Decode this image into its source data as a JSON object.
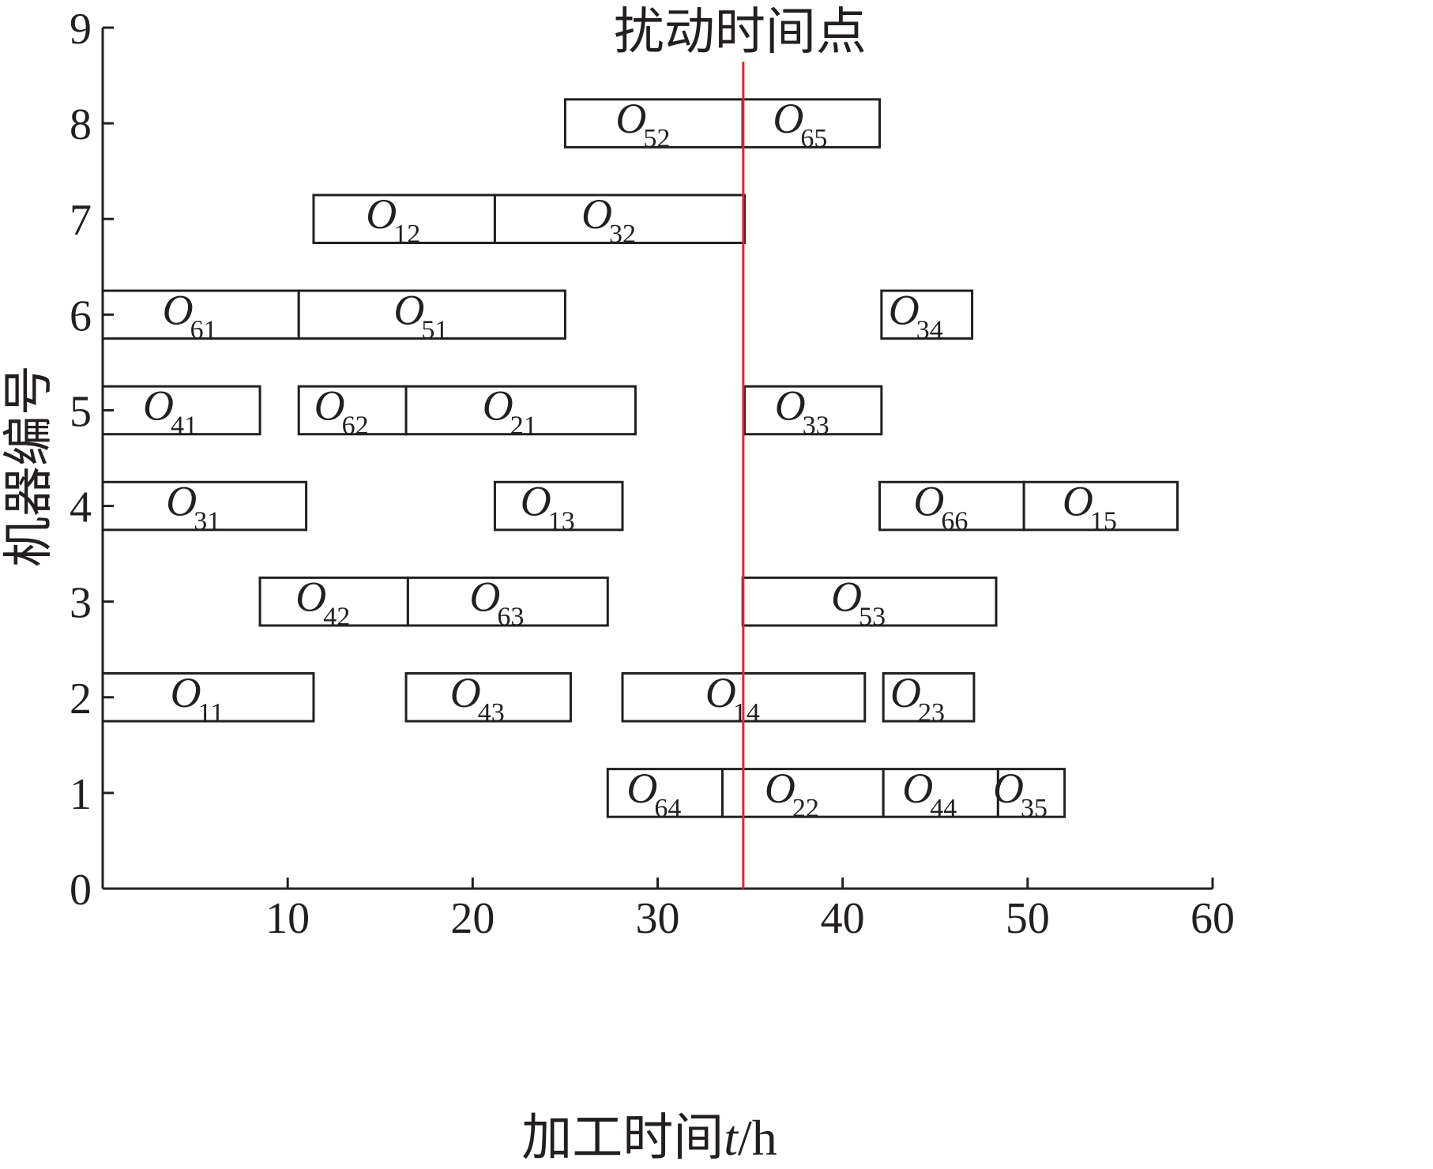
{
  "chart_data": {
    "type": "gantt",
    "xlabel_prefix": "加工时间",
    "xlabel_var": "t",
    "xlabel_unit": "/h",
    "ylabel": "机器编号",
    "xlim": [
      0,
      60
    ],
    "ylim": [
      0,
      9
    ],
    "xticks": [
      10,
      20,
      30,
      40,
      50,
      60
    ],
    "yticks": [
      0,
      1,
      2,
      3,
      4,
      5,
      6,
      7,
      8,
      9
    ],
    "grid": false,
    "bar_half_height": 0.25,
    "annotation": {
      "label": "扰动时间点",
      "x": 34.5,
      "color": "#e3262b"
    },
    "tasks": [
      {
        "machine": 8,
        "start": 25.0,
        "end": 34.6,
        "op": "O",
        "sub": "52"
      },
      {
        "machine": 8,
        "start": 34.6,
        "end": 42.0,
        "op": "O",
        "sub": "65"
      },
      {
        "machine": 7,
        "start": 11.4,
        "end": 21.2,
        "op": "O",
        "sub": "12"
      },
      {
        "machine": 7,
        "start": 21.2,
        "end": 34.7,
        "op": "O",
        "sub": "32"
      },
      {
        "machine": 6,
        "start": 0.0,
        "end": 10.6,
        "op": "O",
        "sub": "61"
      },
      {
        "machine": 6,
        "start": 10.6,
        "end": 25.0,
        "op": "O",
        "sub": "51"
      },
      {
        "machine": 6,
        "start": 42.1,
        "end": 47.0,
        "op": "O",
        "sub": "34"
      },
      {
        "machine": 5,
        "start": 0.0,
        "end": 8.5,
        "op": "O",
        "sub": "41"
      },
      {
        "machine": 5,
        "start": 10.6,
        "end": 16.4,
        "op": "O",
        "sub": "62"
      },
      {
        "machine": 5,
        "start": 16.4,
        "end": 28.8,
        "op": "O",
        "sub": "21"
      },
      {
        "machine": 5,
        "start": 34.7,
        "end": 42.1,
        "op": "O",
        "sub": "33"
      },
      {
        "machine": 4,
        "start": 0.0,
        "end": 11.0,
        "op": "O",
        "sub": "31"
      },
      {
        "machine": 4,
        "start": 21.2,
        "end": 28.1,
        "op": "O",
        "sub": "13"
      },
      {
        "machine": 4,
        "start": 42.0,
        "end": 49.8,
        "op": "O",
        "sub": "66"
      },
      {
        "machine": 4,
        "start": 49.8,
        "end": 58.1,
        "op": "O",
        "sub": "15"
      },
      {
        "machine": 3,
        "start": 8.5,
        "end": 16.5,
        "op": "O",
        "sub": "42"
      },
      {
        "machine": 3,
        "start": 16.5,
        "end": 27.3,
        "op": "O",
        "sub": "63"
      },
      {
        "machine": 3,
        "start": 34.6,
        "end": 48.3,
        "op": "O",
        "sub": "53"
      },
      {
        "machine": 2,
        "start": 0.0,
        "end": 11.4,
        "op": "O",
        "sub": "11"
      },
      {
        "machine": 2,
        "start": 16.4,
        "end": 25.3,
        "op": "O",
        "sub": "43"
      },
      {
        "machine": 2,
        "start": 28.1,
        "end": 41.2,
        "op": "O",
        "sub": "14"
      },
      {
        "machine": 2,
        "start": 42.2,
        "end": 47.1,
        "op": "O",
        "sub": "23"
      },
      {
        "machine": 1,
        "start": 27.3,
        "end": 33.5,
        "op": "O",
        "sub": "64"
      },
      {
        "machine": 1,
        "start": 33.5,
        "end": 42.2,
        "op": "O",
        "sub": "22"
      },
      {
        "machine": 1,
        "start": 42.2,
        "end": 48.4,
        "op": "O",
        "sub": "44"
      },
      {
        "machine": 1,
        "start": 48.4,
        "end": 52.0,
        "op": "O",
        "sub": "35"
      }
    ]
  }
}
